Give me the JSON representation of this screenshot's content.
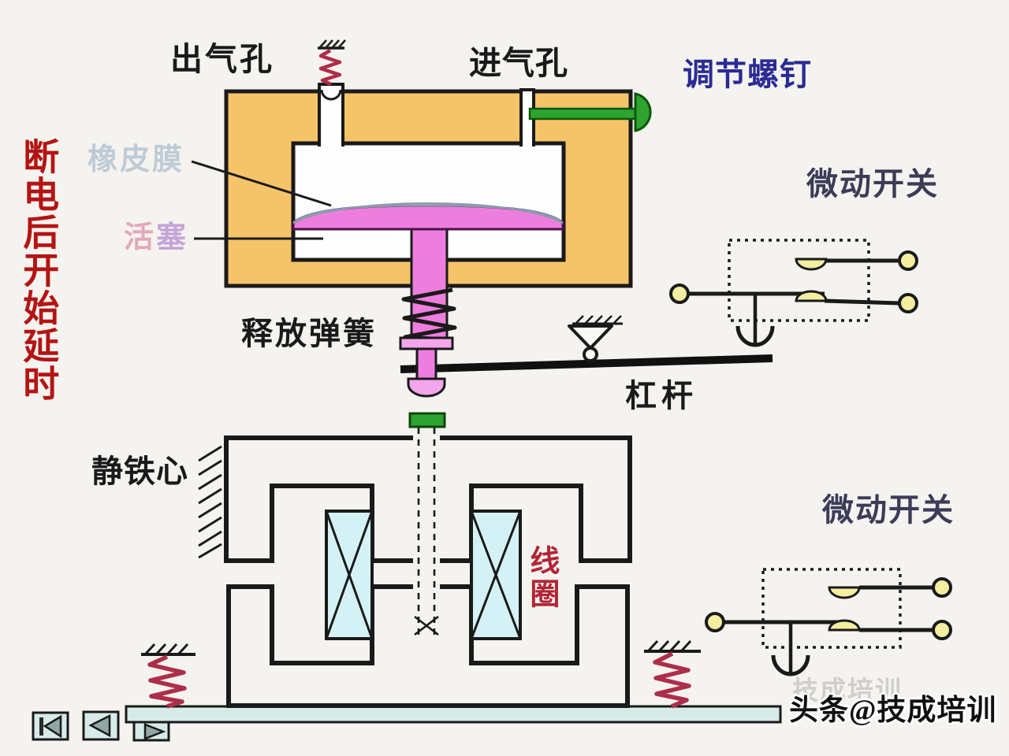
{
  "labels": {
    "delay_note": "断电后开始延时",
    "outlet": "出气孔",
    "inlet": "进气孔",
    "adjusting_screw": "调节螺钉",
    "micro_switch_top": "微动开关",
    "micro_switch_bottom": "微动开关",
    "rubber_membrane": "橡皮膜",
    "piston_char_1": "活",
    "piston_char_2": "塞",
    "release_spring": "释放弹簧",
    "lever": "杠杆",
    "static_iron_core": "静铁心",
    "coil": "线圈",
    "watermark": "头条@技成培训",
    "watermark_ghost": "技成培训"
  },
  "icons": {
    "nav_first": "skip-to-start-icon",
    "nav_prev": "previous-slide-icon",
    "nav_next": "next-slide-icon"
  },
  "colors": {
    "bg": "#F5F3EF",
    "ink": "#1A1A1A",
    "orange": "#F5C469",
    "pink": "#EE7EDE",
    "pinklight": "#F3A6EC",
    "membrane": "#C3D1DE",
    "green": "#2FA32F",
    "coil": "#D4F2F5",
    "platform": "#D6EAE8",
    "terminal": "#F3EEA0",
    "springred": "#AD2E48",
    "textred": "#B41414",
    "textblue": "#2B2B94",
    "textslate": "#3C3C58",
    "coilred": "#B22536",
    "memlabel": "#BECBD6",
    "piston1": "#E2A8BC",
    "piston2": "#C6A4D8",
    "btntri": "#8FA8A4"
  }
}
